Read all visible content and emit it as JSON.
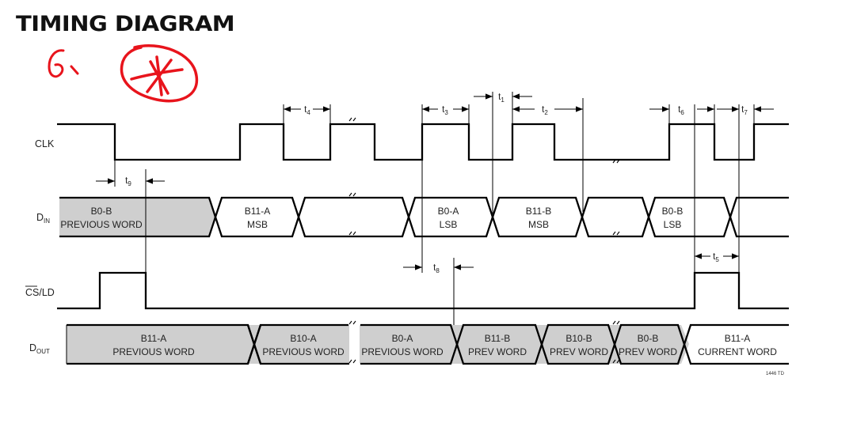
{
  "title": "TIMING DIAGRAM",
  "annotation": {
    "handwritten_number": "6.",
    "color": "#e8141c"
  },
  "signals": {
    "clk": "CLK",
    "din": {
      "main": "D",
      "sub": "IN"
    },
    "cs": {
      "overline": "CS",
      "rest": "/LD"
    },
    "dout": {
      "main": "D",
      "sub": "OUT"
    }
  },
  "din_segments": [
    {
      "l1": "B0-B",
      "l2": "PREVIOUS WORD",
      "shaded": true
    },
    {
      "l1": "B11-A",
      "l2": "MSB",
      "shaded": false
    },
    {
      "l1": "B0-A",
      "l2": "LSB",
      "shaded": false
    },
    {
      "l1": "B11-B",
      "l2": "MSB",
      "shaded": false
    },
    {
      "l1": "B0-B",
      "l2": "LSB",
      "shaded": false
    }
  ],
  "dout_segments": [
    {
      "l1": "B11-A",
      "l2": "PREVIOUS WORD",
      "shaded": true
    },
    {
      "l1": "B10-A",
      "l2": "PREVIOUS WORD",
      "shaded": true
    },
    {
      "l1": "B0-A",
      "l2": "PREVIOUS WORD",
      "shaded": true
    },
    {
      "l1": "B11-B",
      "l2": "PREV WORD",
      "shaded": true
    },
    {
      "l1": "B10-B",
      "l2": "PREV WORD",
      "shaded": true
    },
    {
      "l1": "B0-B",
      "l2": "PREV WORD",
      "shaded": true
    },
    {
      "l1": "B11-A",
      "l2": "CURRENT WORD",
      "shaded": false
    }
  ],
  "timing": [
    {
      "main": "t",
      "sub": "1"
    },
    {
      "main": "t",
      "sub": "2"
    },
    {
      "main": "t",
      "sub": "3"
    },
    {
      "main": "t",
      "sub": "4"
    },
    {
      "main": "t",
      "sub": "5"
    },
    {
      "main": "t",
      "sub": "6"
    },
    {
      "main": "t",
      "sub": "7"
    },
    {
      "main": "t",
      "sub": "8"
    },
    {
      "main": "t",
      "sub": "9"
    }
  ],
  "figure_note": "1446 TD",
  "colors": {
    "shade": "#cfcfcf",
    "line": "#000000"
  }
}
